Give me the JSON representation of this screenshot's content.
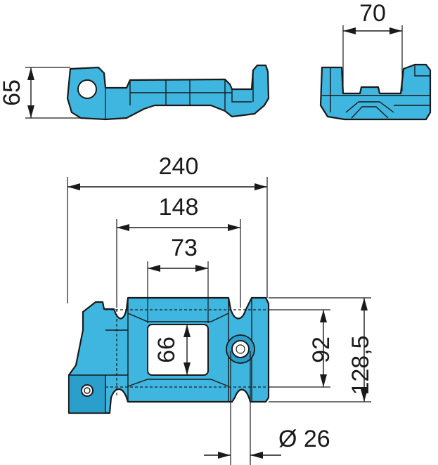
{
  "dimensions": {
    "height_side_view": "65",
    "width_end_view": "70",
    "overall_length": "240",
    "hole_spacing": "148",
    "center_width": "73",
    "window_height": "66",
    "inner_height": "92",
    "overall_width": "128,5",
    "hole_diameter": "Ø 26"
  },
  "colors": {
    "part": "#3fb6e0",
    "outline": "#1a1a1a",
    "background": "#ffffff"
  }
}
